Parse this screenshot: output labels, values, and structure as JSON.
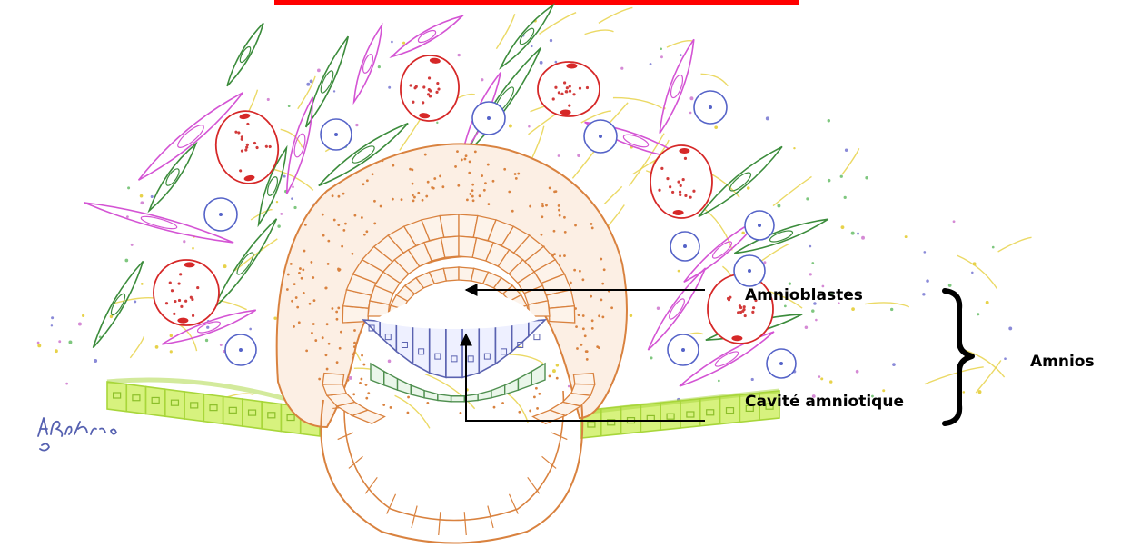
{
  "labels": {
    "amnioblastes": "Amnioblastes",
    "cavite": "Cavité amniotique",
    "group": "Amnios"
  },
  "signature_text": "A.Rebbouh",
  "colors": {
    "title_bar": "#ff0000",
    "trophoblast": "#d9823f",
    "fibroblast_magenta": "#d454d4",
    "fibroblast_green": "#3c8c3c",
    "decidual_red": "#d62828",
    "decidual_dot": "#d23a3a",
    "lymphocyte_blue": "#5563c8",
    "epiblast_blue": "#5a62b0",
    "hypoblast_green": "#4f8f4f",
    "epithelium_lime": "#a8d63a",
    "fiber_yellow": "#e7d24a",
    "dot_blue": "#8a8ad8",
    "arrow": "#000000"
  },
  "icons": {
    "bracket": "right-curly-brace-icon",
    "signature": "handwritten-signature"
  }
}
